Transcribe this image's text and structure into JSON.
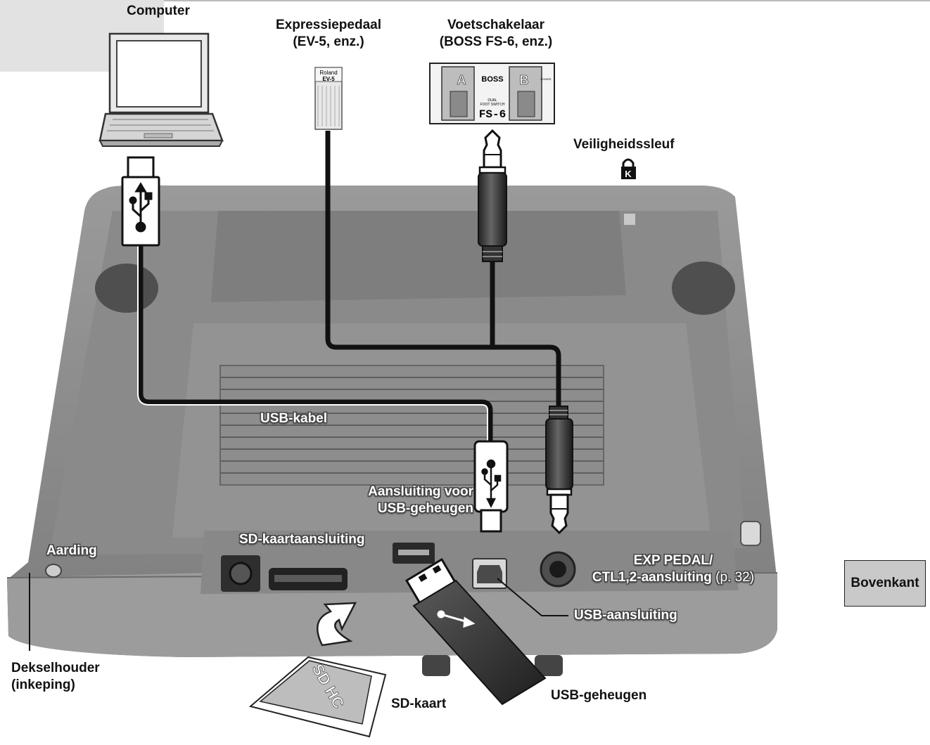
{
  "labels": {
    "computer": "Computer",
    "expression_pedal_1": "Expressiepedaal",
    "expression_pedal_2": "(EV-5, enz.)",
    "footswitch_1": "Voetschakelaar",
    "footswitch_2": "(BOSS FS-6, enz.)",
    "security_slot": "Veiligheidssleuf",
    "usb_cable": "USB-kabel",
    "usb_memory_port_1": "Aansluiting voor",
    "usb_memory_port_2": "USB-geheugen",
    "sd_slot": "SD-kaartaansluiting",
    "ground": "Aarding",
    "exp_pedal_jack_1": "EXP PEDAL/",
    "exp_pedal_jack_2": "CTL1,2-aansluiting",
    "exp_pedal_jack_ref": "(p. 32)",
    "usb_port": "USB-aansluiting",
    "cover_holder_1": "Dekselhouder",
    "cover_holder_2": "(inkeping)",
    "sd_card": "SD-kaart",
    "usb_memory": "USB-geheugen",
    "top_side": "Bovenkant"
  },
  "device_text": {
    "ev5_brand": "Roland",
    "ev5_model": "EV-5",
    "fs6_brand": "BOSS",
    "fs6_model": "FS-6",
    "fs6_sub1": "DUAL",
    "fs6_sub2": "FOOT SWITCH",
    "fs6_a": "A",
    "fs6_b": "B",
    "fs6_power": "POWER",
    "sd_logo": "SD HC"
  },
  "colors": {
    "device_body": "#8e8e8e",
    "device_dark": "#6f6f6f",
    "cable": "#111111",
    "label_box": "#c9c9c9"
  }
}
